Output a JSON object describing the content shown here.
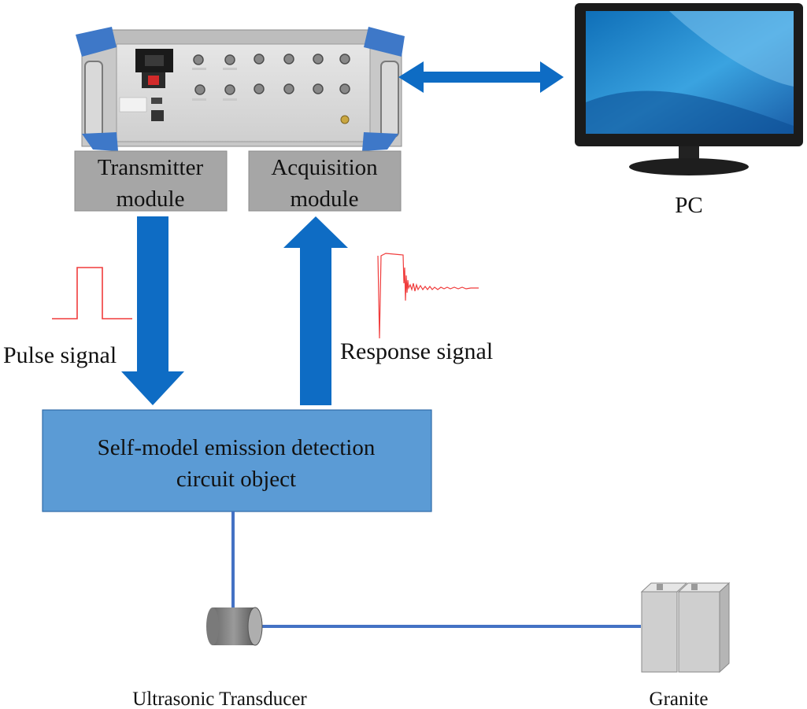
{
  "labels": {
    "transmitter_line1": "Transmitter",
    "transmitter_line2": "module",
    "acquisition_line1": "Acquisition",
    "acquisition_line2": "module",
    "pc": "PC",
    "pulse_signal": "Pulse signal",
    "response_signal": "Response signal",
    "circuit_line1": "Self-model emission detection",
    "circuit_line2": "circuit object",
    "transducer": "Ultrasonic Transducer",
    "granite": "Granite"
  },
  "colors": {
    "arrow_blue": "#0e6cc4",
    "circuit_box": "#5b9bd5",
    "module_box": "#a6a6a6",
    "signal_red": "#f03c3c",
    "cable_blue": "#4472c4"
  }
}
